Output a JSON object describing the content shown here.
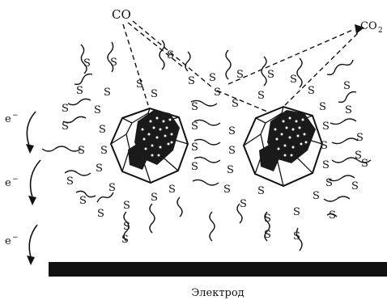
{
  "labels": {
    "reactant": "CO",
    "product": "CO",
    "product_subscript": "2",
    "electron": "e",
    "electron_sup": "−",
    "electrode": "Электрод",
    "sulfur": "S"
  },
  "colors": {
    "ink": "#111111",
    "electrode": "#111111",
    "cluster": "#1a1a1a"
  }
}
